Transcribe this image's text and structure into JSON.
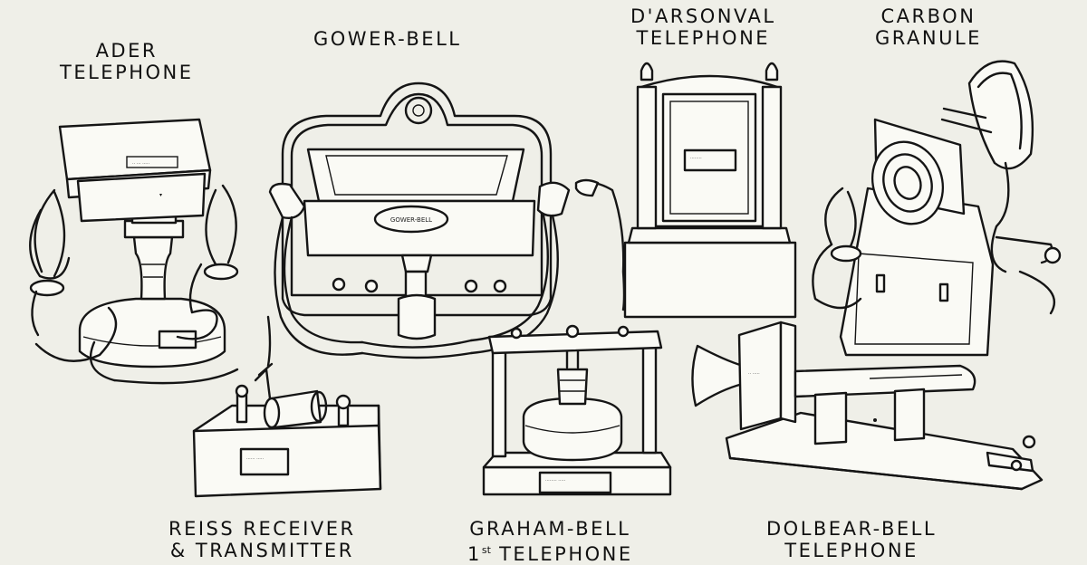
{
  "labels": {
    "ader_line1": "ADER",
    "ader_line2": "TELEPHONE",
    "gower_bell": "GOWER-BELL",
    "darsonval_line1": "D'ARSONVAL",
    "darsonval_line2": "TELEPHONE",
    "carbon_line1": "CARBON",
    "carbon_line2": "GRANULE",
    "reiss_line1": "REISS RECEIVER",
    "reiss_line2": "& TRANSMITTER",
    "graham_line1": "GRAHAM-BELL",
    "graham_line2_prefix": "1",
    "graham_line2_sup": "st",
    "graham_line2_suffix": " TELEPHONE",
    "dolbear_line1": "DOLBEAR-BELL",
    "dolbear_line2": "TELEPHONE"
  },
  "plates": {
    "gower_nameplate": "GOWER-BELL"
  },
  "colors": {
    "paper": "#efefe8",
    "ink": "#151515"
  }
}
